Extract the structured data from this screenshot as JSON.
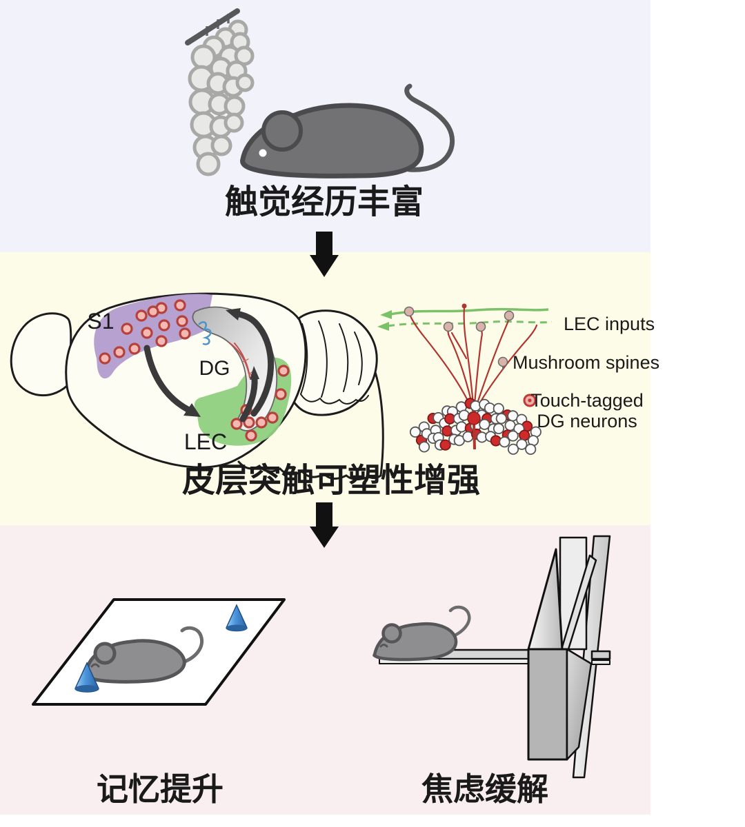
{
  "figure": {
    "panel_tactile": {
      "caption": "触觉经历丰富"
    },
    "panel_plasticity": {
      "caption": "皮层突触可塑性增强",
      "brain_labels": {
        "s1": "S1",
        "dg": "DG",
        "lec": "LEC"
      },
      "legend": {
        "lec_inputs": "LEC inputs",
        "mushroom_spines": "Mushroom spines",
        "touch_tagged_line1": "Touch-tagged",
        "touch_tagged_line2": "DG neurons"
      }
    },
    "panel_outcomes": {
      "memory_caption": "记忆提升",
      "anxiety_caption": "焦虑缓解"
    }
  },
  "colors": {
    "panel_tactile_bg": "#f1f2fa",
    "panel_plasticity_bg": "#fdfce9",
    "panel_outcomes_bg": "#f9eef0",
    "s1_region_purple": "#b29ccd",
    "lec_region_green": "#8fd07e",
    "tagged_dot_ring": "#b5413c",
    "tagged_dot_fill": "#f4b9b2",
    "lec_input_line_green": "#7ac168",
    "dendrite_red": "#b1342f",
    "granule_red": "#cf2b2b",
    "cone_blue": "#4a94dc",
    "mouse_gray": "#8e8e90",
    "flow_arrow_dark": "#3a3a3a",
    "block_arrow_black": "#111111"
  }
}
